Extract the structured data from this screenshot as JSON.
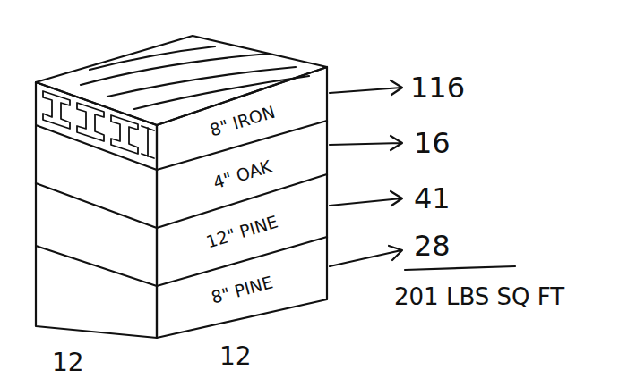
{
  "diagram": {
    "nodes": [
      {
        "text": [
          "8\" IRON"
        ]
      },
      {
        "text": [
          "4\" OAK"
        ]
      },
      {
        "text": [
          "12\" PINE"
        ]
      },
      {
        "text": [
          "8\" PINE"
        ]
      }
    ],
    "labels": [
      "116",
      "16",
      "41",
      "28",
      "201 LBS SQ FT",
      "12",
      "12"
    ]
  }
}
